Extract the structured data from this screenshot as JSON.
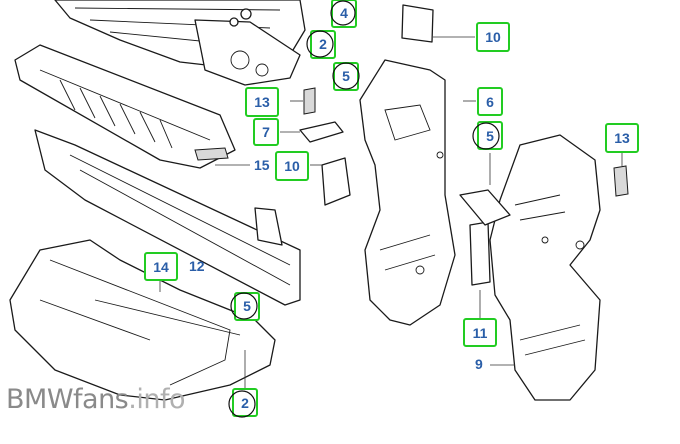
{
  "watermark": {
    "brand": "BMWfans",
    "suffix": ".info"
  },
  "callouts": [
    {
      "id": "4",
      "label": "4"
    },
    {
      "id": "2-top",
      "label": "2"
    },
    {
      "id": "10-top",
      "label": "10"
    },
    {
      "id": "5-top",
      "label": "5"
    },
    {
      "id": "13-left",
      "label": "13"
    },
    {
      "id": "6",
      "label": "6"
    },
    {
      "id": "7",
      "label": "7"
    },
    {
      "id": "5-mid",
      "label": "5"
    },
    {
      "id": "13-right",
      "label": "13"
    },
    {
      "id": "15",
      "label": "15"
    },
    {
      "id": "10-mid",
      "label": "10"
    },
    {
      "id": "14",
      "label": "14"
    },
    {
      "id": "12",
      "label": "12"
    },
    {
      "id": "5-low",
      "label": "5"
    },
    {
      "id": "11",
      "label": "11"
    },
    {
      "id": "9",
      "label": "9"
    },
    {
      "id": "2-bottom",
      "label": "2"
    }
  ],
  "colors": {
    "box_outline": "#22cc22",
    "label_text": "#2a5ea8",
    "line_art": "#1a1a1a"
  }
}
